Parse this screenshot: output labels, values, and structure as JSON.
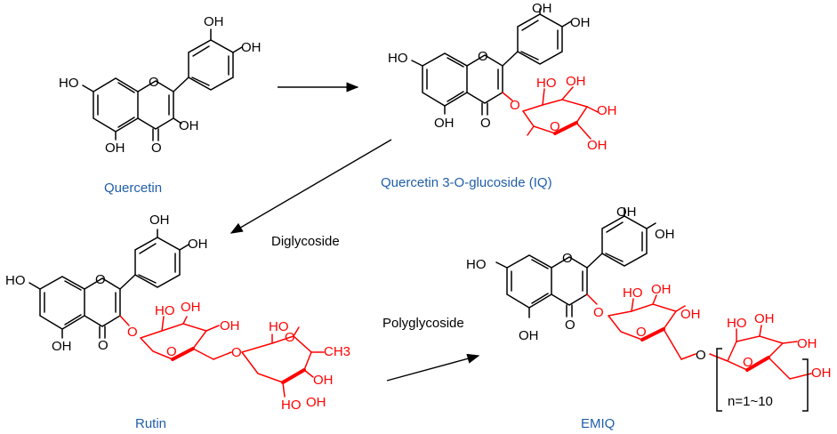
{
  "captions": {
    "quercetin": "Quercetin",
    "iq": "Quercetin 3-O-glucoside (IQ)",
    "rutin": "Rutin",
    "emiq": "EMIQ"
  },
  "arrows": {
    "diglycoside": "Diglycoside",
    "polyglycoside": "Polyglycoside"
  },
  "atoms": {
    "oh": "OH",
    "ho": "HO",
    "o": "O",
    "ch3": "CH3",
    "repeat": "n=1~10"
  },
  "colors": {
    "skeleton": "#000000",
    "sugar": "#ff0000",
    "caption": "#1f5ea8"
  }
}
